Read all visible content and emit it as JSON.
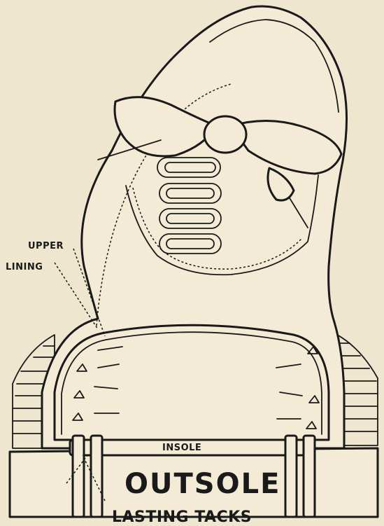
{
  "labels": {
    "upper": "UPPER",
    "lining": "LINING",
    "insole": "INSOLE",
    "outsole": "OUTSOLE",
    "lasting_tacks": "LASTING TACKS"
  }
}
